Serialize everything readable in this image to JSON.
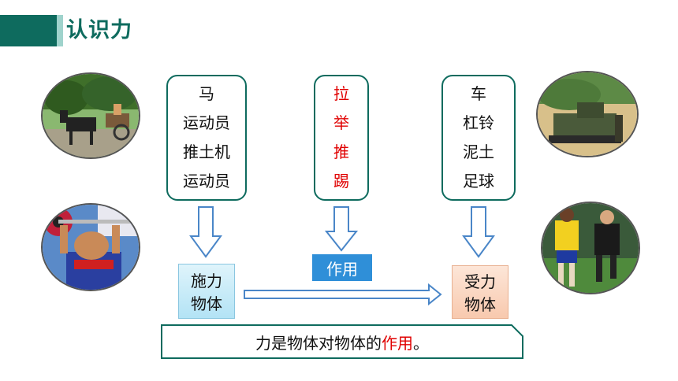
{
  "title": "认识力",
  "boxes": {
    "left": {
      "items": [
        "马",
        "运动员",
        "推土机",
        "运动员"
      ]
    },
    "center": {
      "items": [
        "拉",
        "举",
        "推",
        "踢"
      ]
    },
    "right": {
      "items": [
        "车",
        "杠铃",
        "泥土",
        "足球"
      ]
    }
  },
  "labels": {
    "action_tag": "作用",
    "source_line1": "施力",
    "source_line2": "物体",
    "target_line1": "受力",
    "target_line2": "物体"
  },
  "conclusion": {
    "prefix": "力是物体对物体的",
    "highlight": "作用",
    "suffix": "。"
  },
  "photos": {
    "horse_cart": "horse-cart-photo",
    "bulldozer": "bulldozer-photo",
    "weightlifter": "weightlifter-photo",
    "football_players": "football-players-photo"
  },
  "colors": {
    "brand": "#0e6b5e",
    "arrow": "#4a86c8",
    "highlight": "#e00000",
    "tag": "#2f8fd8"
  }
}
